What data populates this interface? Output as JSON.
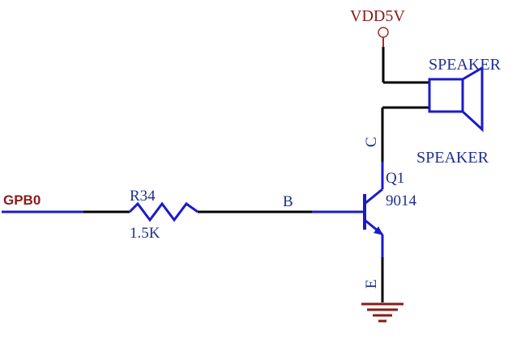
{
  "schematic": {
    "power": {
      "net_name": "VDD5V"
    },
    "input": {
      "net_name": "GPB0"
    },
    "resistor": {
      "designator": "R34",
      "value": "1.5K"
    },
    "transistor": {
      "designator": "Q1",
      "part": "9014",
      "collector_label": "C",
      "base_label": "B",
      "emitter_label": "E"
    },
    "speaker": {
      "top_label": "SPEAKER",
      "bottom_label": "SPEAKER"
    }
  },
  "colors": {
    "wire_black": "#000000",
    "component_blue": "#1a1acc",
    "net_red": "#8b1a1a",
    "label_blue": "#1f2f8f",
    "power_circle": "#a03030"
  }
}
